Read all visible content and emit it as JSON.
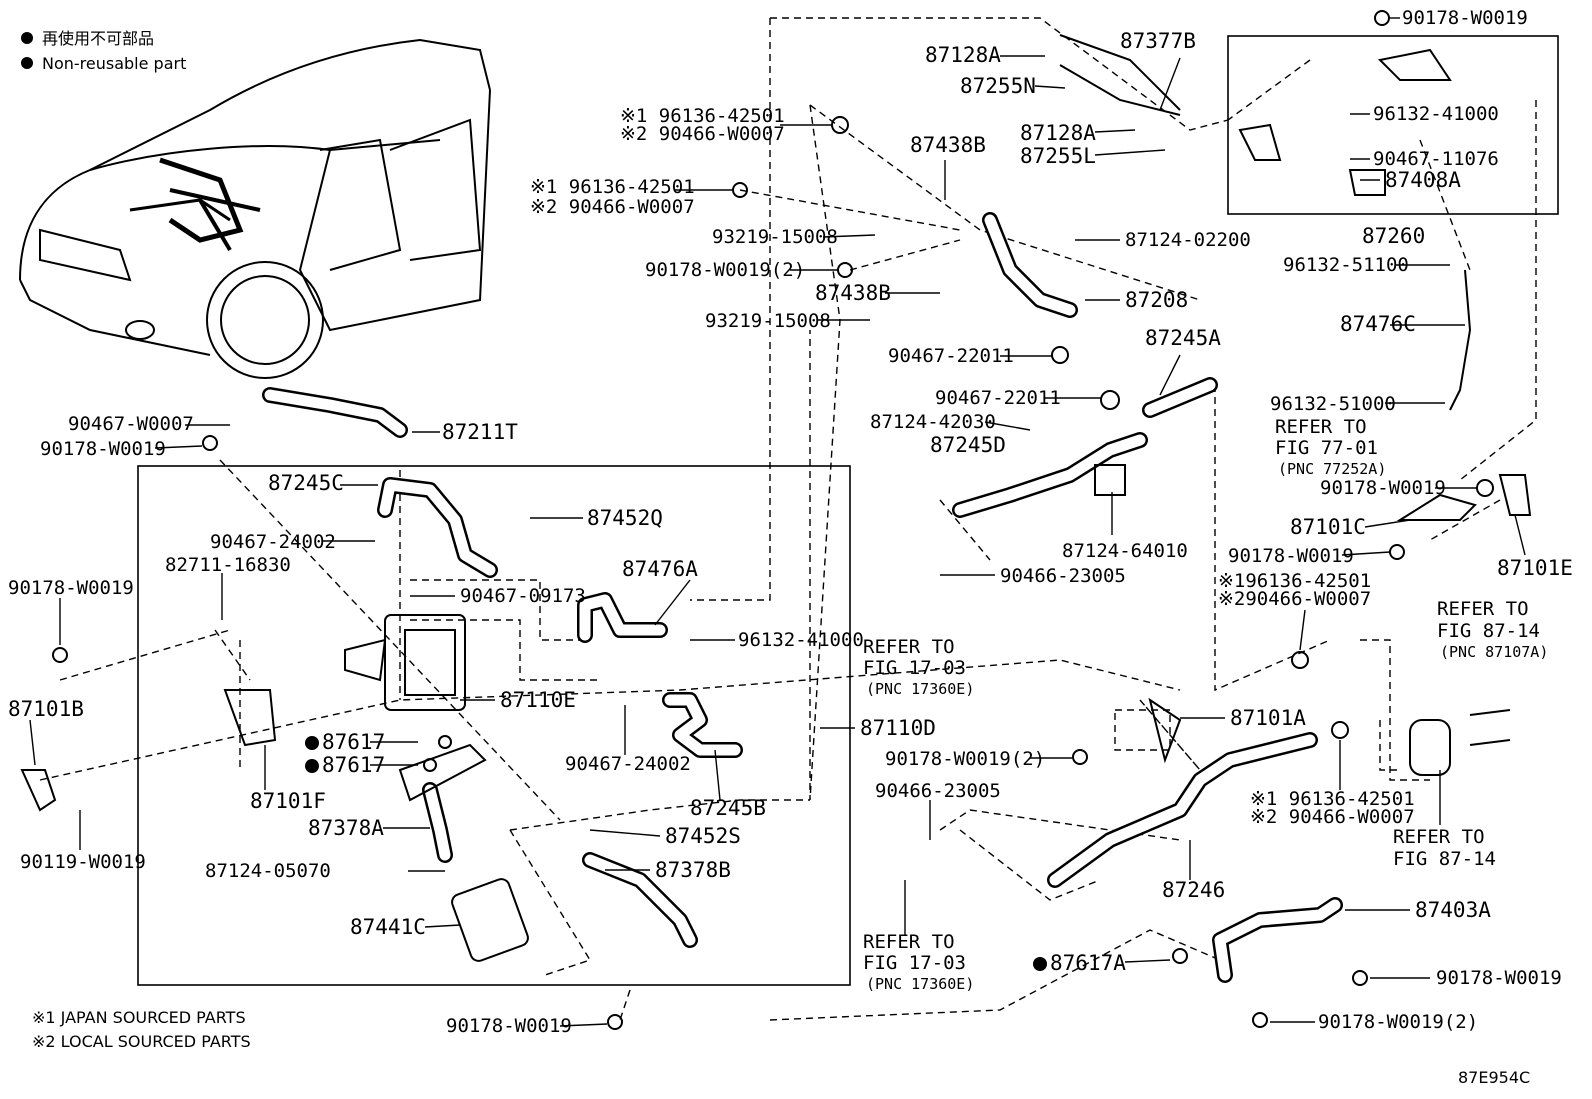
{
  "legend": {
    "non_reusable_jp": "再使用不可部品",
    "non_reusable_en": "Non-reusable part"
  },
  "notes": {
    "japan": "※1 JAPAN SOURCED PARTS",
    "local": "※2 LOCAL SOURCED PARTS"
  },
  "figure_code": "87E954C",
  "labels": {
    "p90178_W0019_top": "90178-W0019",
    "p87377B": "87377B",
    "p87128A_1": "87128A",
    "p87255N": "87255N",
    "p87128A_2": "87128A",
    "p87255L": "87255L",
    "p96136_42501_a": "※1 96136-42501",
    "p90466_W0007_a": "※2 90466-W0007",
    "p87438B_a": "87438B",
    "p96136_42501_b": "※1 96136-42501",
    "p90466_W0007_b": "※2 90466-W0007",
    "p93219_15008_a": "93219-15008",
    "p90178_W0019_2a": "90178-W0019(2)",
    "p87124_02200": "87124-02200",
    "p87438B_b": "87438B",
    "p87208": "87208",
    "p93219_15008_b": "93219-15008",
    "p90467_22011_a": "90467-22011",
    "p87245A": "87245A",
    "p90467_22011_b": "90467-22011",
    "p87124_42030": "87124-42030",
    "p87245D": "87245D",
    "p87124_64010": "87124-64010",
    "p96132_41000_r": "96132-41000",
    "p90467_11076": "90467-11076",
    "p87408A": "87408A",
    "p87260": "87260",
    "p96132_51100": "96132-51100",
    "p87476C": "87476C",
    "p96132_51000": "96132-51000",
    "refer_77_01_a": "REFER TO",
    "refer_77_01_b": "FIG 77-01",
    "refer_77_01_c": "(PNC 77252A)",
    "p90178_W0019_r1": "90178-W0019",
    "p87101C": "87101C",
    "p90178_W0019_r2": "90178-W0019",
    "p87101E": "87101E",
    "p96136_42501_c": "※196136-42501",
    "p90466_W0007_c": "※290466-W0007",
    "refer_87_14a_a": "REFER TO",
    "refer_87_14a_b": "FIG 87-14",
    "refer_87_14a_c": "(PNC 87107A)",
    "p90467_W0007": "90467-W0007",
    "p87211T": "87211T",
    "p90178_W0019_l1": "90178-W0019",
    "p87245C": "87245C",
    "p87452Q": "87452Q",
    "p90467_24002_a": "90467-24002",
    "p82711_16830": "82711-16830",
    "p90178_W0019_l2": "90178-W0019",
    "p87476A": "87476A",
    "p90467_09173": "90467-09173",
    "p96132_41000_m": "96132-41000",
    "p90466_23005_a": "90466-23005",
    "refer_17_03a_a": "REFER TO",
    "refer_17_03a_b": "FIG 17-03",
    "refer_17_03a_c": "(PNC 17360E)",
    "p87101B": "87101B",
    "p87110E": "87110E",
    "p87110D": "87110D",
    "p87101A": "87101A",
    "p87617_a": "87617",
    "p87617_b": "87617",
    "p90467_24002_b": "90467-24002",
    "p90178_W0019_2b": "90178-W0019(2)",
    "p87101F": "87101F",
    "p87245B": "87245B",
    "p90466_23005_b": "90466-23005",
    "p90119_W0019": "90119-W0019",
    "p87378A": "87378A",
    "p87452S": "87452S",
    "p96136_42501_d": "※1 96136-42501",
    "p90466_W0007_d": "※2 90466-W0007",
    "refer_87_14b_a": "REFER TO",
    "refer_87_14b_b": "FIG 87-14",
    "p87124_05070": "87124-05070",
    "p87378B": "87378B",
    "p87246": "87246",
    "p87441C": "87441C",
    "p87403A": "87403A",
    "refer_17_03b_a": "REFER TO",
    "refer_17_03b_b": "FIG 17-03",
    "refer_17_03b_c": "(PNC 17360E)",
    "p87617A": "87617A",
    "p90178_W0019_br": "90178-W0019",
    "p90178_W0019_bot": "90178-W0019",
    "p90178_W0019_2c": "90178-W0019(2)"
  }
}
